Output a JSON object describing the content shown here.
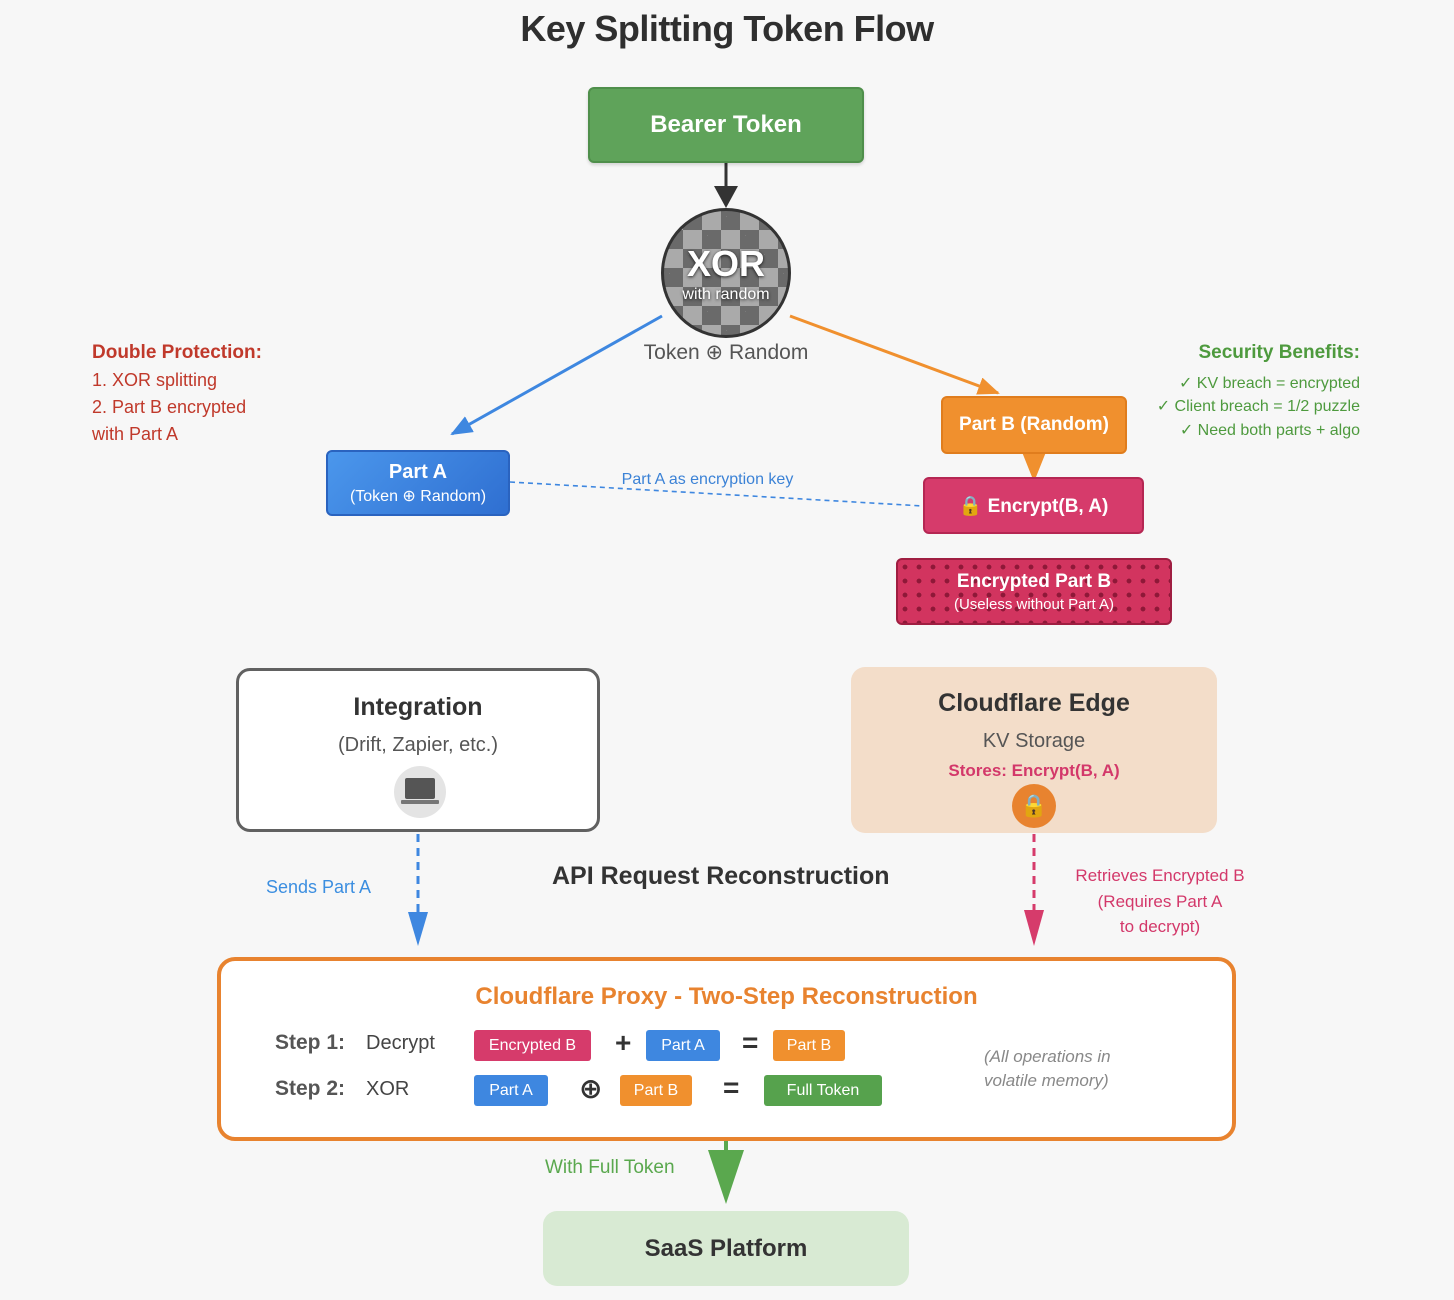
{
  "title": "Key Splitting Token Flow",
  "bearer_token": "Bearer Token",
  "xor": {
    "label": "XOR",
    "sublabel": "with random"
  },
  "token_random": "Token ⊕ Random",
  "double_protection": {
    "title": "Double Protection:",
    "lines": [
      "1. XOR splitting",
      "2. Part B encrypted",
      "with Part A"
    ]
  },
  "security_benefits": {
    "title": "Security Benefits:",
    "lines": [
      "✓ KV breach = encrypted",
      "✓ Client breach = 1/2 puzzle",
      "✓ Need both parts + algo"
    ]
  },
  "part_a": {
    "label": "Part A",
    "sublabel": "(Token ⊕ Random)"
  },
  "part_b": {
    "label": "Part B (Random)"
  },
  "encrypt": {
    "label": "🔒 Encrypt(B, A)"
  },
  "encrypted_part_b": {
    "label": "Encrypted Part B",
    "sublabel": "(Useless without Part A)"
  },
  "part_a_key_label": "Part A as encryption key",
  "integration": {
    "title": "Integration",
    "subtitle": "(Drift, Zapier, etc.)",
    "icon": "laptop-icon"
  },
  "cloudflare_edge": {
    "title": "Cloudflare Edge",
    "subtitle": "KV Storage",
    "stores": "Stores: Encrypt(B, A)",
    "icon": "lock-icon"
  },
  "sends_part_a": "Sends Part A",
  "api_title": "API Request Reconstruction",
  "retrieves": [
    "Retrieves Encrypted B",
    "(Requires Part A",
    "to decrypt)"
  ],
  "proxy": {
    "title": "Cloudflare Proxy - Two-Step Reconstruction",
    "step1": {
      "label": "Step 1:",
      "op": "Decrypt",
      "in1": "Encrypted B",
      "sym1": "+",
      "in2": "Part A",
      "eq": "=",
      "out": "Part B"
    },
    "step2": {
      "label": "Step 2:",
      "op": "XOR",
      "in1": "Part A",
      "sym1": "⊕",
      "in2": "Part B",
      "eq": "=",
      "out": "Full Token"
    },
    "note": [
      "(All operations in",
      "volatile memory)"
    ]
  },
  "with_full_token": "With Full Token",
  "saas_platform": "SaaS Platform",
  "colors": {
    "green": "#5fa35a",
    "blue": "#3e87e0",
    "orange": "#f0902e",
    "crimson": "#d63b6b",
    "dark": "#333333"
  }
}
